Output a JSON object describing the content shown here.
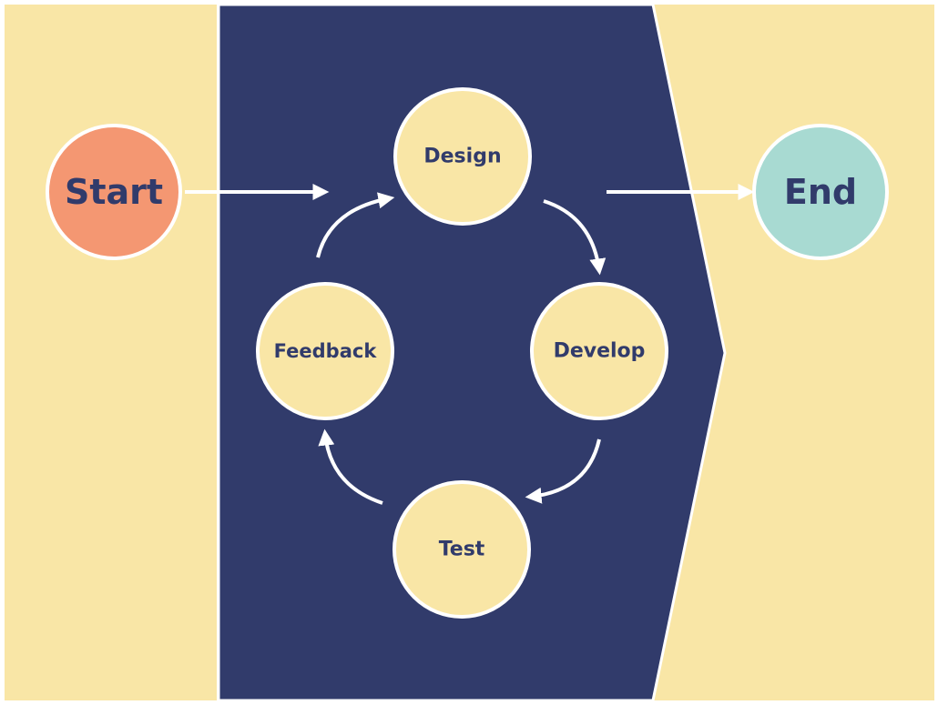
{
  "colors": {
    "background_panel": "#f9e6a6",
    "center_panel": "#313b6b",
    "node_fill": "#f9e6a6",
    "node_text": "#313b6b",
    "start_fill": "#f49772",
    "end_fill": "#a8dad2",
    "stroke": "#ffffff"
  },
  "nodes": {
    "start": "Start",
    "end": "End",
    "design": "Design",
    "develop": "Develop",
    "test": "Test",
    "feedback": "Feedback"
  },
  "flow": [
    {
      "from": "start",
      "to": "design"
    },
    {
      "from": "design",
      "to": "develop"
    },
    {
      "from": "develop",
      "to": "test"
    },
    {
      "from": "test",
      "to": "feedback"
    },
    {
      "from": "feedback",
      "to": "design"
    },
    {
      "from": "design",
      "to": "end"
    }
  ]
}
